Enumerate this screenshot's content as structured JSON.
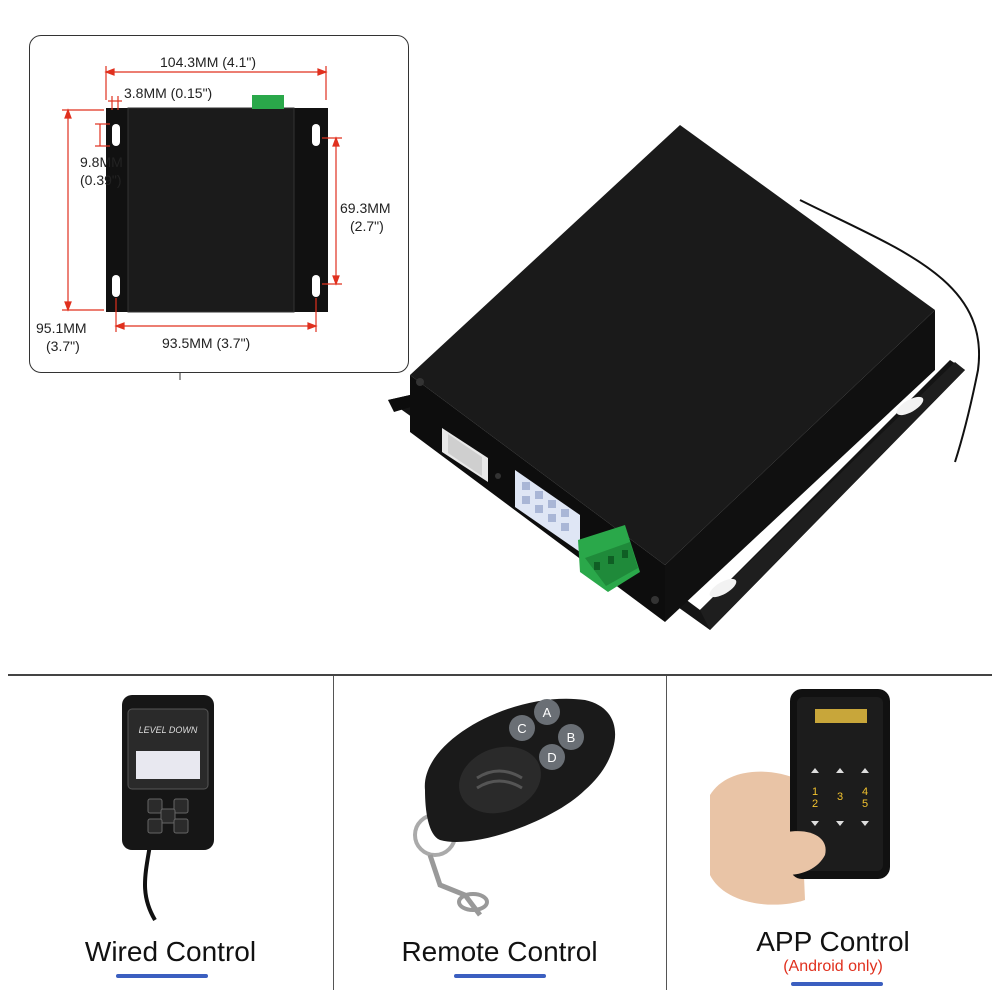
{
  "dimensions": {
    "width_total": "104.3MM (4.1\")",
    "hole_offset": "3.8MM (0.15\")",
    "slot_length_mm": "9.8MM",
    "slot_length_in": "(0.39\")",
    "hole_spacing_v_mm": "69.3MM",
    "hole_spacing_v_in": "(2.7\")",
    "height_total_mm": "95.1MM",
    "height_total_in": "(3.7\")",
    "hole_spacing_h": "93.5MM (3.7\")"
  },
  "panels": [
    {
      "caption": "Wired Control",
      "screen_text": "LEVEL DOWN",
      "icon": "wired-controller-icon"
    },
    {
      "caption": "Remote Control",
      "buttons": [
        "A",
        "B",
        "C",
        "D"
      ],
      "icon": "key-fob-icon"
    },
    {
      "caption": "APP Control",
      "note": "(Android only)",
      "icon": "smartphone-app-icon",
      "app_digits": [
        "1",
        "2",
        "3",
        "4",
        "5"
      ]
    }
  ],
  "colors": {
    "dimension_line": "#e0301e",
    "underline": "#3b5fc0",
    "device": "#1a1a1a",
    "connector": "#2aa84a"
  }
}
